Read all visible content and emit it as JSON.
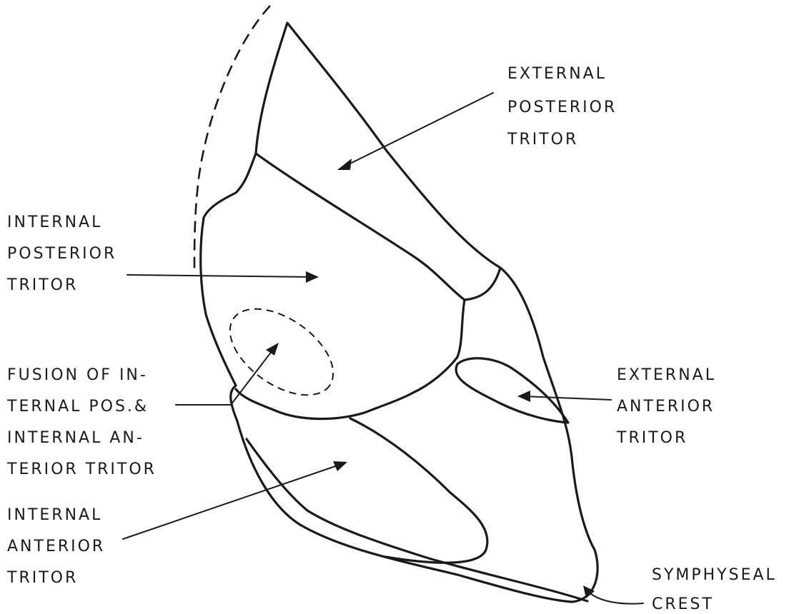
{
  "labels": {
    "external_posterior": [
      "EXTERNAL",
      "POSTERIOR",
      "TRITOR"
    ],
    "internal_posterior": [
      "INTERNAL",
      "POSTERIOR",
      "TRITOR"
    ],
    "fusion": [
      "FUSION OF IN-",
      "TERNAL POS.&",
      "INTERNAL AN-",
      "TERIOR TRITOR"
    ],
    "external_anterior": [
      "EXTERNAL",
      "ANTERIOR",
      "TRITOR"
    ],
    "internal_anterior": [
      "INTERNAL",
      "ANTERIOR",
      "TRITOR"
    ],
    "symphyseal": [
      "SYMPHYSEAL",
      "CREST"
    ]
  }
}
